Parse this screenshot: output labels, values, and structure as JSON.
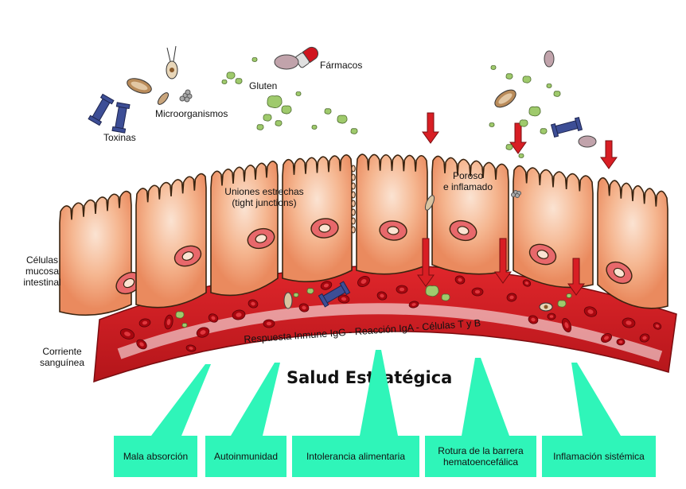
{
  "labels": {
    "farmacos": "Fármacos",
    "gluten": "Gluten",
    "microorganismos": "Microorganismos",
    "toxinas": "Toxinas",
    "uniones_line1": "Uniones estrechas",
    "uniones_line2": "(tight junctions)",
    "poroso_line1": "Poroso",
    "poroso_line2": "e inflamado",
    "celulas_line1": "Células",
    "celulas_line2": "mucosa",
    "celulas_line3": "intestinal",
    "corriente_line1": "Corriente",
    "corriente_line2": "sanguínea",
    "respuesta": "Respuesta Inmune IgG - Reacción IgA - Células T y B"
  },
  "title": "Salud Estratégica",
  "outcomes": [
    {
      "label": "Mala absorción"
    },
    {
      "label": "Autoinmunidad"
    },
    {
      "label": "Intolerancia alimentaria"
    },
    {
      "label_line1": "Rotura de la barrera",
      "label_line2": "hematoencefálica"
    },
    {
      "label": "Inflamación sistémica"
    }
  ],
  "colors": {
    "cell_fill": "#f2a57c",
    "cell_stroke": "#3a2410",
    "nucleus": "#e8686b",
    "vessel": "#cc1a20",
    "blood_cell": "#a8070f",
    "arrow": "#d81e24",
    "outcome_box": "#2ff5b9",
    "gluten": "#9fca6c",
    "toxin": "#3d4e96"
  },
  "icons": [
    "red-arrow-icon",
    "gluten-particle-icon",
    "pill-capsule-icon",
    "bacterium-icon",
    "toxin-molecule-icon",
    "red-blood-cell-icon"
  ]
}
